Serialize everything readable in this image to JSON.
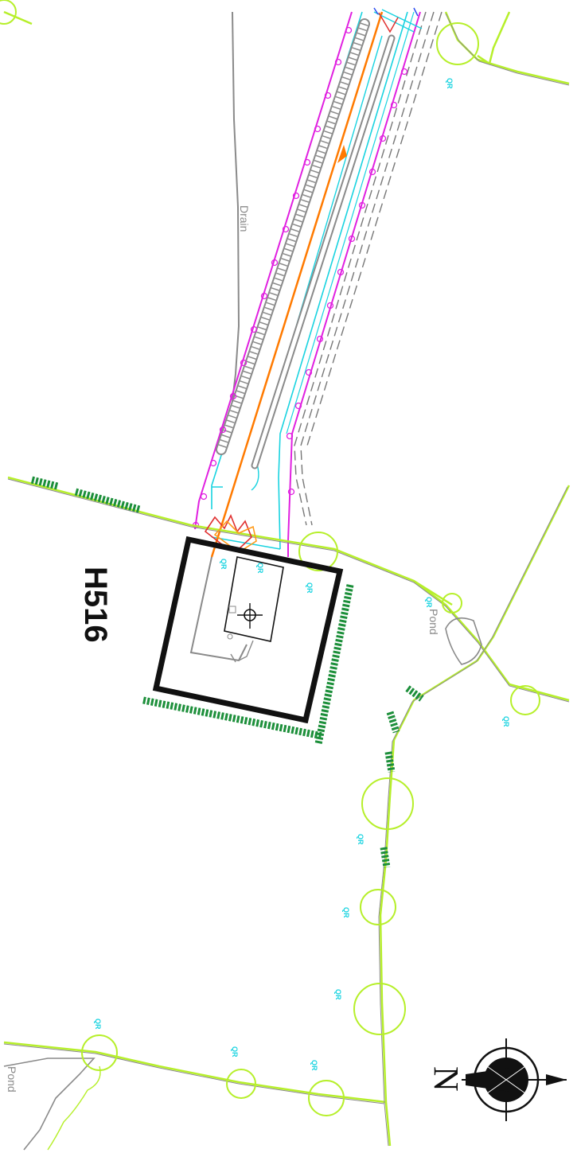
{
  "map": {
    "site_label": "H516",
    "drain_label": "Drain",
    "pond_label_1": "Pond",
    "pond_label_2": "Pond",
    "north_label": "N",
    "qr_label": "QR"
  },
  "colors": {
    "road_edge": "#e020e0",
    "road_cyan": "#19d3e0",
    "track_orange": "#ff7a00",
    "hedge_lime": "#b6ef2a",
    "hedge_green": "#1c8f3a",
    "drain_gray": "#8a8a8a",
    "pad_black": "#111111"
  }
}
